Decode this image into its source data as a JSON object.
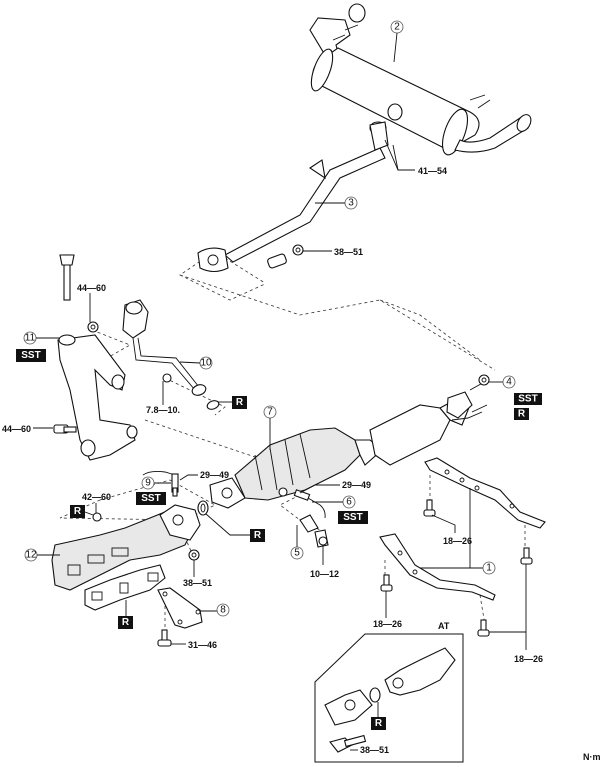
{
  "diagram": {
    "title": "Exhaust system exploded view",
    "unit_label": "N·m",
    "inset_label": "AT",
    "parts": [
      {
        "id": "1",
        "name": "crossmember"
      },
      {
        "id": "2",
        "name": "main-silencer"
      },
      {
        "id": "3",
        "name": "middle-pipe"
      },
      {
        "id": "4",
        "name": "gasket"
      },
      {
        "id": "5",
        "name": "bracket"
      },
      {
        "id": "6",
        "name": "rear-heated-oxygen-sensor"
      },
      {
        "id": "7",
        "name": "catalytic-converter"
      },
      {
        "id": "8",
        "name": "exhaust-manifold-bracket"
      },
      {
        "id": "9",
        "name": "front-heated-oxygen-sensor"
      },
      {
        "id": "10",
        "name": "air-pipe"
      },
      {
        "id": "11",
        "name": "engine-mount-bracket"
      },
      {
        "id": "12",
        "name": "exhaust-manifold"
      }
    ],
    "torques": {
      "silencer_clamp": "41—54",
      "middle_pipe_nut": "38—51",
      "mount_upper_nut": "44—60",
      "mount_bolt": "44—60",
      "air_pipe_nut": "7.8—10.",
      "front_o2_sensor": "29—49",
      "rear_o2_sensor": "29—49",
      "manifold_nut": "42—60",
      "manifold_bracket_nut": "38—51",
      "manifold_bracket_bolt": "31—46",
      "bracket_bolt": "10—12",
      "crossmember_bolt_a": "18—26",
      "crossmember_bolt_b": "18—26",
      "crossmember_bolt_c": "18—26",
      "inset_bolt": "38—51"
    },
    "tags": {
      "sst": "SST",
      "replace": "R"
    }
  }
}
